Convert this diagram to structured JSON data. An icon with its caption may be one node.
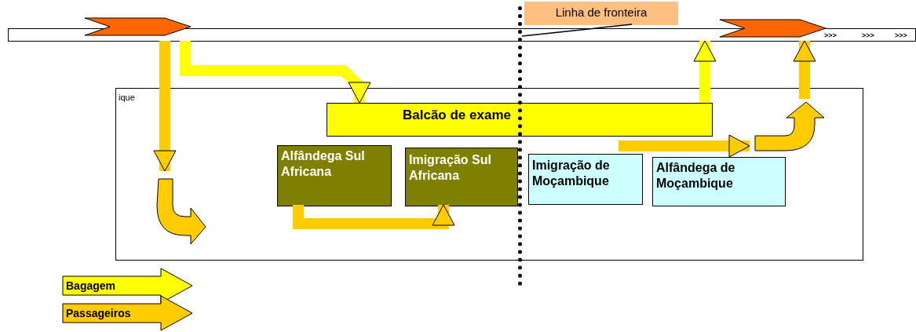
{
  "diagram": {
    "nodes": [
      {
        "text": [],
        "shape": "bar"
      },
      {
        "text": [
          "Linha de fronteira"
        ]
      },
      {
        "text": [],
        "shape": "line"
      },
      {
        "text": [
          "ique"
        ]
      },
      {
        "text": [
          "Balcão de exame"
        ],
        "in": 3
      },
      {
        "text": [
          "Alfândega Sul Africana"
        ],
        "in": 3
      },
      {
        "text": [
          "Imigração Sul Africana"
        ],
        "in": 3
      },
      {
        "text": [
          "Imigração de Moçambique"
        ],
        "in": 3
      },
      {
        "text": [
          "Alfândega de Moçambique"
        ],
        "in": 3
      }
    ],
    "edges": [
      {
        "from": 0,
        "to": 4,
        "arrow": "to",
        "color": "#ffff00"
      },
      {
        "from": 0,
        "to": 3,
        "arrow": "to",
        "color": "#ffcc00"
      },
      {
        "from": 4,
        "to": 0,
        "arrow": "to",
        "color": "#ffff00"
      },
      {
        "from": 3,
        "to": 0,
        "arrow": "to",
        "color": "#ffcc00"
      },
      {
        "from": 5,
        "to": 6,
        "arrow": "to",
        "color": "#ffcc00"
      },
      {
        "from": 7,
        "to": 8,
        "arrow": "to",
        "color": "#ffcc00"
      },
      {
        "from": 1,
        "to": 2,
        "arrow": "none",
        "color": "#000000"
      }
    ],
    "labels": [
      ">>>",
      ">>>",
      ">>>"
    ],
    "legend": [
      {
        "text": "Bagagem",
        "color": "#ffff00"
      },
      {
        "text": "Passageiros",
        "color": "#ffcc00"
      }
    ]
  }
}
